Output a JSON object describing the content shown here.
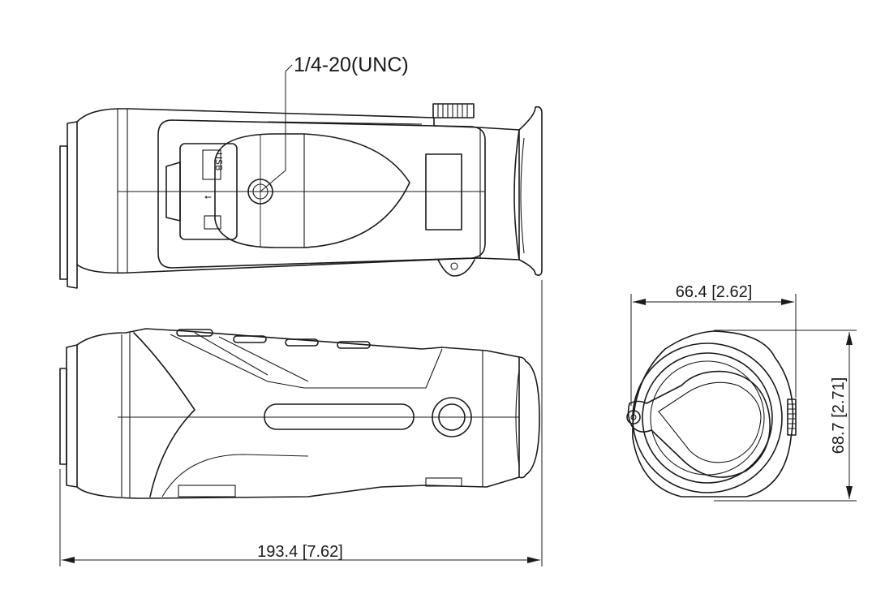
{
  "callouts": {
    "thread_label": "1/4-20(UNC)"
  },
  "dimensions": {
    "length": "193.4 [7.62]",
    "width": "66.4 [2.62]",
    "height": "68.7 [2.71]"
  },
  "port_labels": {
    "usb_text": "USB"
  },
  "colors": {
    "line": "#1a1a1a",
    "background": "#ffffff"
  }
}
